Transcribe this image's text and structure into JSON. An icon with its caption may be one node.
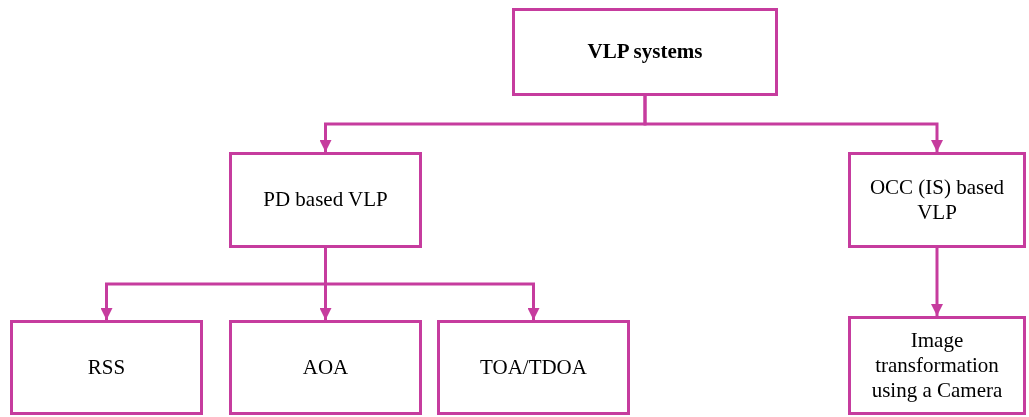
{
  "diagram": {
    "nodes": [
      {
        "text": [
          "VLP systems"
        ]
      },
      {
        "text": [
          "PD based VLP"
        ]
      },
      {
        "text": [
          "OCC (IS) based VLP"
        ]
      },
      {
        "text": [
          "RSS"
        ]
      },
      {
        "text": [
          "AOA"
        ]
      },
      {
        "text": [
          "TOA/TDOA"
        ]
      },
      {
        "text": [
          "Image transformation using a Camera"
        ]
      }
    ],
    "edges": [
      {
        "from": 0,
        "to": 1,
        "arrow": "to"
      },
      {
        "from": 0,
        "to": 2,
        "arrow": "to"
      },
      {
        "from": 1,
        "to": 3,
        "arrow": "to"
      },
      {
        "from": 1,
        "to": 4,
        "arrow": "to"
      },
      {
        "from": 1,
        "to": 5,
        "arrow": "to"
      },
      {
        "from": 2,
        "to": 6,
        "arrow": "to"
      }
    ]
  }
}
